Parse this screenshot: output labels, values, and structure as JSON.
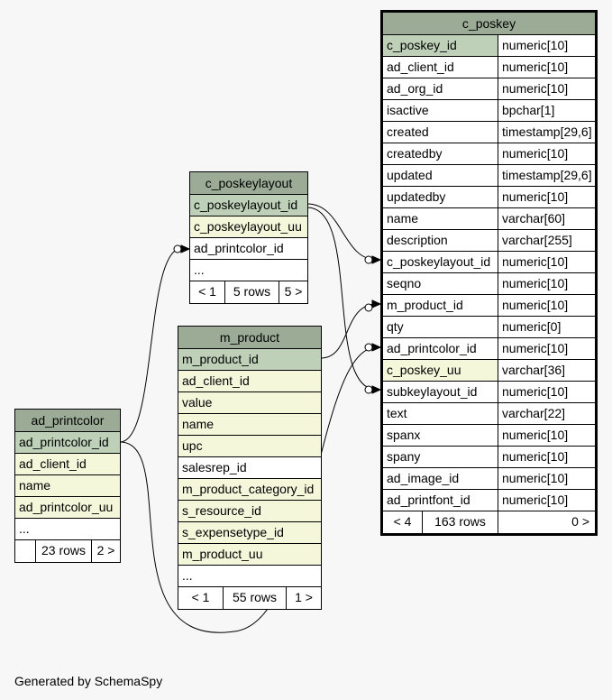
{
  "footer_text": "Generated by SchemaSpy",
  "tables": {
    "c_poskey": {
      "name": "c_poskey",
      "columns": [
        {
          "name": "c_poskey_id",
          "type": "numeric[10]"
        },
        {
          "name": "ad_client_id",
          "type": "numeric[10]"
        },
        {
          "name": "ad_org_id",
          "type": "numeric[10]"
        },
        {
          "name": "isactive",
          "type": "bpchar[1]"
        },
        {
          "name": "created",
          "type": "timestamp[29,6]"
        },
        {
          "name": "createdby",
          "type": "numeric[10]"
        },
        {
          "name": "updated",
          "type": "timestamp[29,6]"
        },
        {
          "name": "updatedby",
          "type": "numeric[10]"
        },
        {
          "name": "name",
          "type": "varchar[60]"
        },
        {
          "name": "description",
          "type": "varchar[255]"
        },
        {
          "name": "c_poskeylayout_id",
          "type": "numeric[10]"
        },
        {
          "name": "seqno",
          "type": "numeric[10]"
        },
        {
          "name": "m_product_id",
          "type": "numeric[10]"
        },
        {
          "name": "qty",
          "type": "numeric[0]"
        },
        {
          "name": "ad_printcolor_id",
          "type": "numeric[10]"
        },
        {
          "name": "c_poskey_uu",
          "type": "varchar[36]"
        },
        {
          "name": "subkeylayout_id",
          "type": "numeric[10]"
        },
        {
          "name": "text",
          "type": "varchar[22]"
        },
        {
          "name": "spanx",
          "type": "numeric[10]"
        },
        {
          "name": "spany",
          "type": "numeric[10]"
        },
        {
          "name": "ad_image_id",
          "type": "numeric[10]"
        },
        {
          "name": "ad_printfont_id",
          "type": "numeric[10]"
        }
      ],
      "footer": {
        "parents": "< 4",
        "rows": "163 rows",
        "children": "0 >"
      }
    },
    "c_poskeylayout": {
      "name": "c_poskeylayout",
      "columns": [
        "c_poskeylayout_id",
        "c_poskeylayout_uu",
        "ad_printcolor_id",
        "..."
      ],
      "footer": {
        "parents": "< 1",
        "rows": "5 rows",
        "children": "5 >"
      }
    },
    "m_product": {
      "name": "m_product",
      "columns": [
        "m_product_id",
        "ad_client_id",
        "value",
        "name",
        "upc",
        "salesrep_id",
        "m_product_category_id",
        "s_resource_id",
        "s_expensetype_id",
        "m_product_uu",
        "..."
      ],
      "footer": {
        "parents": "< 1",
        "rows": "55 rows",
        "children": "1 >"
      }
    },
    "ad_printcolor": {
      "name": "ad_printcolor",
      "columns": [
        "ad_printcolor_id",
        "ad_client_id",
        "name",
        "ad_printcolor_uu",
        "..."
      ],
      "footer": {
        "parents": "",
        "rows": "23 rows",
        "children": "2 >"
      }
    }
  }
}
